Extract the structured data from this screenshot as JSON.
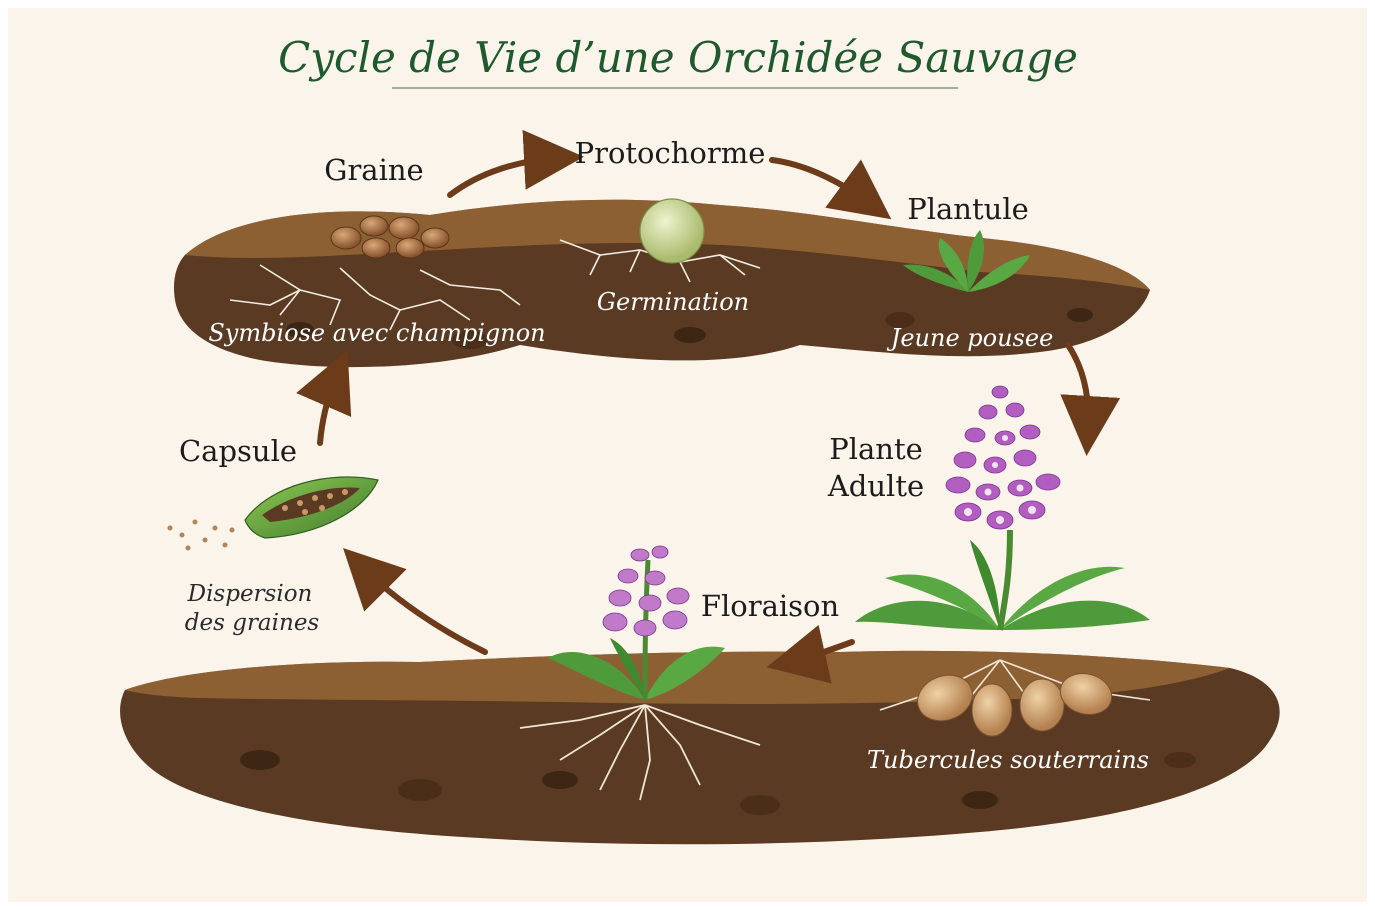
{
  "title": "Cycle de Vie d’une Orchidée Sauvage",
  "stages": {
    "graine": "Graine",
    "protochorme": "Protochorme",
    "plantule": "Plantule",
    "plante_adulte_line1": "Plante",
    "plante_adulte_line2": "Adulte",
    "floraison": "Floraison",
    "capsule": "Capsule"
  },
  "annotations": {
    "symbiose": "Symbiose avec champignon",
    "germination": "Germination",
    "jeune_pousee": "Jeune pousee",
    "tubercules": "Tubercules souterrains",
    "dispersion_line1": "Dispersion",
    "dispersion_line2": "des graines"
  },
  "colors": {
    "background": "#fbf4ea",
    "title": "#1f5a2e",
    "arrow": "#6b3b1a",
    "soil": "#5a3a22",
    "flower": "#b25ec0",
    "leaf": "#4f9a3a"
  }
}
